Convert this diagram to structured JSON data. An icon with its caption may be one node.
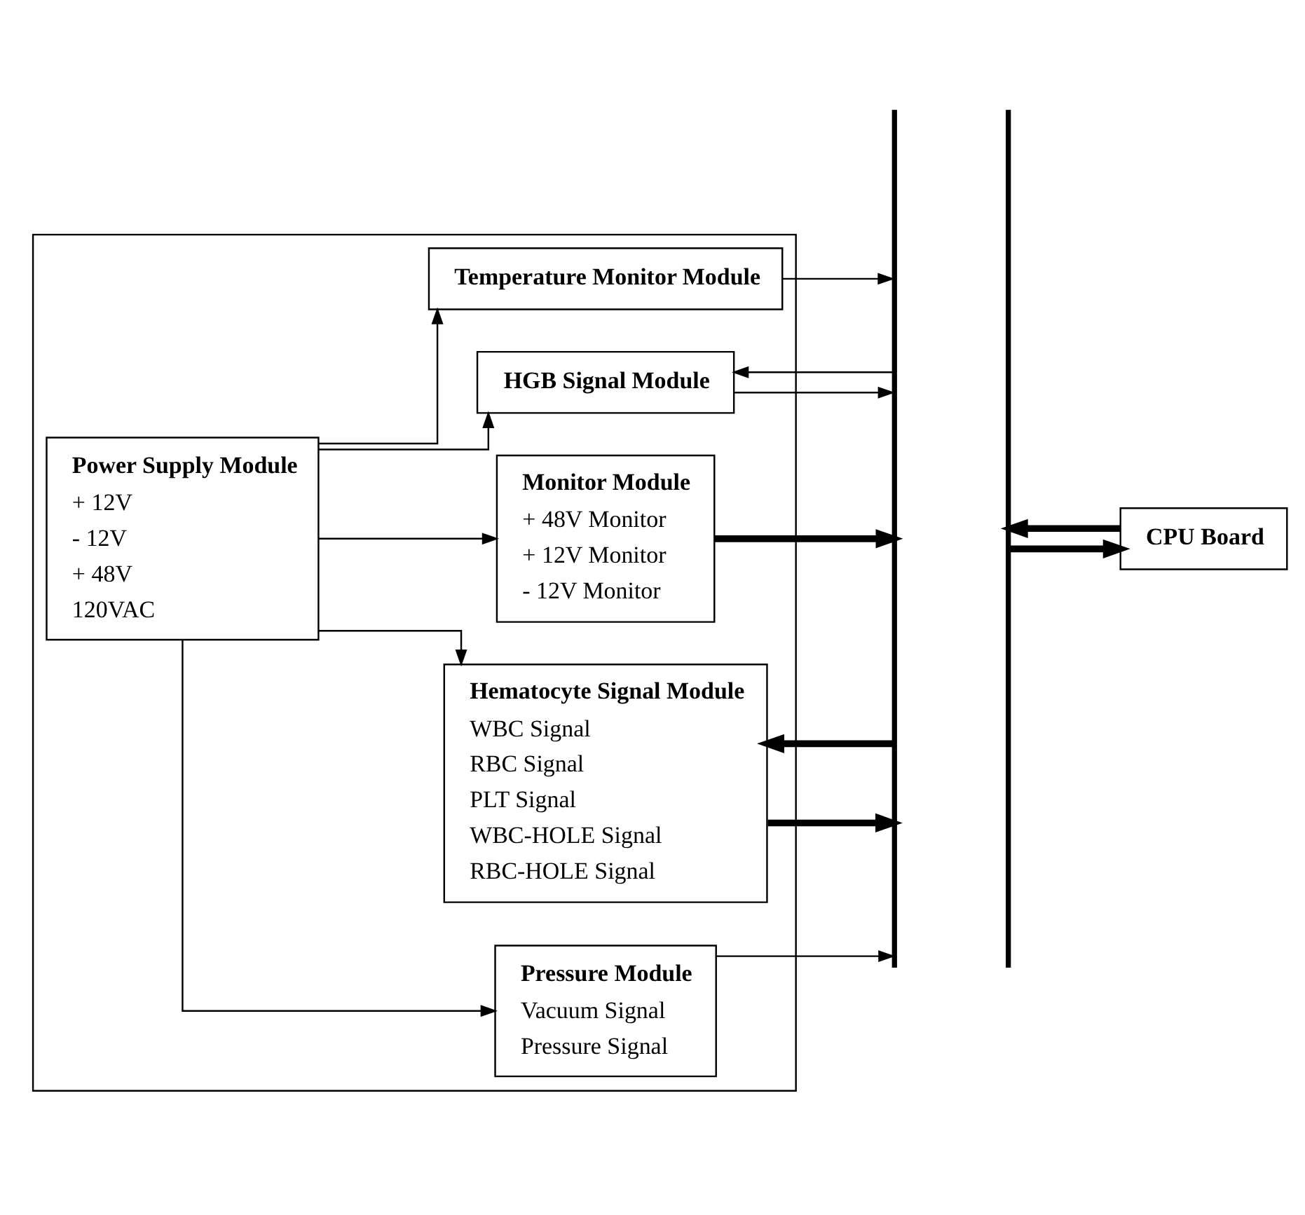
{
  "diagram": {
    "nodes": [
      {
        "text": [],
        "shape": "box"
      },
      {
        "text": [
          "Power Supply Module",
          "+ 12V",
          "- 12V",
          "+ 48V",
          "120VAC"
        ],
        "in": 0
      },
      {
        "text": [
          "Pressure Module",
          "Vacuum Signal",
          "Pressure Signal"
        ],
        "in": 0
      },
      {
        "text": [
          "Hematocyte Signal Module",
          "WBC Signal",
          "RBC Signal",
          "PLT Signal",
          "WBC-HOLE Signal",
          "RBC-HOLE Signal"
        ],
        "in": 0
      },
      {
        "text": [
          "Monitor Module",
          "+ 48V Monitor",
          "+ 12V Monitor",
          "- 12V Monitor"
        ],
        "in": 0
      },
      {
        "text": [
          "HGB Signal Module"
        ],
        "in": 0
      },
      {
        "text": [
          "Temperature Monitor Module"
        ],
        "in": 0
      },
      {
        "text": [],
        "shape": "bar"
      },
      {
        "text": [],
        "shape": "bar"
      },
      {
        "text": [
          "CPU Board"
        ]
      }
    ],
    "edges": [
      {
        "from": 1,
        "to": 2,
        "arrow": "to"
      },
      {
        "from": 1,
        "to": 3,
        "arrow": "to"
      },
      {
        "from": 1,
        "to": 4,
        "arrow": "to"
      },
      {
        "from": 1,
        "to": 5,
        "arrow": "to"
      },
      {
        "from": 1,
        "to": 6,
        "arrow": "to"
      },
      {
        "from": 2,
        "to": 7,
        "arrow": "to"
      },
      {
        "from": 3,
        "to": 7,
        "arrow": "to",
        "style": "thick"
      },
      {
        "from": 7,
        "to": 3,
        "arrow": "to",
        "style": "thick"
      },
      {
        "from": 4,
        "to": 7,
        "arrow": "to",
        "style": "thick"
      },
      {
        "from": 5,
        "to": 7,
        "arrow": "to"
      },
      {
        "from": 7,
        "to": 5,
        "arrow": "to"
      },
      {
        "from": 6,
        "to": 7,
        "arrow": "to"
      },
      {
        "from": 8,
        "to": 9,
        "arrow": "to",
        "style": "thick"
      },
      {
        "from": 9,
        "to": 8,
        "arrow": "to",
        "style": "thick"
      }
    ]
  }
}
